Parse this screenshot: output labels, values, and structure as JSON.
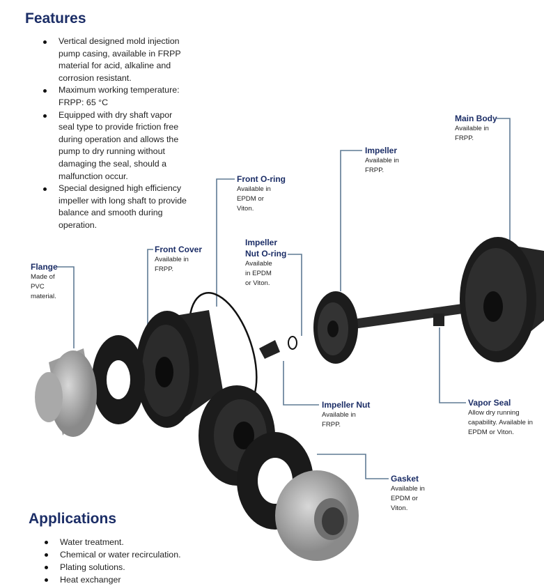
{
  "features": {
    "title": "Features",
    "items": [
      "Vertical designed mold injection pump casing, available in FRPP material for acid, alkaline and corrosion resistant.",
      "Maximum working temperature: FRPP: 65 °C",
      "Equipped with dry shaft vapor seal type to provide friction free during operation and allows the pump to dry running without damaging the seal, should a malfunction occur.",
      "Special designed high efficiency impeller with long shaft to provide balance and smooth during operation."
    ]
  },
  "applications": {
    "title": "Applications",
    "items": [
      "Water treatment.",
      "Chemical or water recirculation.",
      "Plating solutions.",
      "Heat exchanger"
    ]
  },
  "parts": {
    "main_body": {
      "name": "Main Body",
      "desc": "Available in FRPP."
    },
    "impeller": {
      "name": "Impeller",
      "desc": "Available in FRPP."
    },
    "front_oring": {
      "name": "Front O-ring",
      "desc": "Available in EPDM or Viton."
    },
    "nut_oring": {
      "name": "Impeller Nut O-ring",
      "desc": "Available in EPDM or Viton."
    },
    "front_cover": {
      "name": "Front Cover",
      "desc": "Available in FRPP."
    },
    "flange": {
      "name": "Flange",
      "desc": "Made of PVC material."
    },
    "impeller_nut": {
      "name": "Impeller Nut",
      "desc": "Available in FRPP."
    },
    "vapor_seal": {
      "name": "Vapor Seal",
      "desc": "Allow dry running capability. Available in EPDM or Viton."
    },
    "gasket": {
      "name": "Gasket",
      "desc": "Available in EPDM or Viton."
    }
  },
  "colors": {
    "heading": "#1b2d66",
    "leader": "#5f7a94",
    "part": "#1e1e1e",
    "pvc": "#9a9a9a"
  }
}
